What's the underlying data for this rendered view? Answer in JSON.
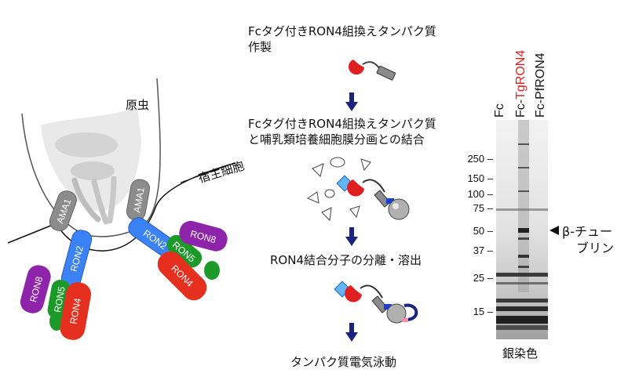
{
  "left_panel": {
    "parasite_label": "原虫",
    "host_cell_label": "宿主細胞",
    "proteins": {
      "ama1_left": "AMA1",
      "ama1_right": "AMA1",
      "ron2_left": "RON2",
      "ron2_right": "RON2",
      "ron5_left": "RON5",
      "ron5_right": "RON5",
      "ron8_left": "RON8",
      "ron8_right": "RON8",
      "ron4_left": "RON4",
      "ron4_right": "RON4"
    }
  },
  "workflow": {
    "step1_line1": "Fcタグ付きRON4組換えタンパク質",
    "step1_line2": "作製",
    "step2_line1": "Fcタグ付きRON4組換えタンパク質",
    "step2_line2": "と哺乳類培養細胞膜分画との結合",
    "step3": "RON4結合分子の分離・溶出",
    "step4": "タンパク質電気泳動"
  },
  "gel": {
    "lanes": [
      {
        "prefix": "Fc",
        "name": ""
      },
      {
        "prefix": "Fc-",
        "name": "TgRON4"
      },
      {
        "prefix": "Fc-",
        "name": "PfRON4"
      }
    ],
    "markers": [
      "250",
      "150",
      "100",
      "75",
      "50",
      "37",
      "25",
      "15"
    ],
    "band_annotation_line1": "β-チュー",
    "band_annotation_line2": "ブリン",
    "stain_label": "銀染色"
  },
  "colors": {
    "accent_red": "#e02020",
    "arrow_navy": "#1a237e",
    "ama1_gray": "#8c8c8c",
    "ron2_blue": "#3b82f6",
    "ron5_green": "#1b9a2a",
    "ron8_purple": "#8e24aa",
    "ron4_red": "#e53020"
  }
}
